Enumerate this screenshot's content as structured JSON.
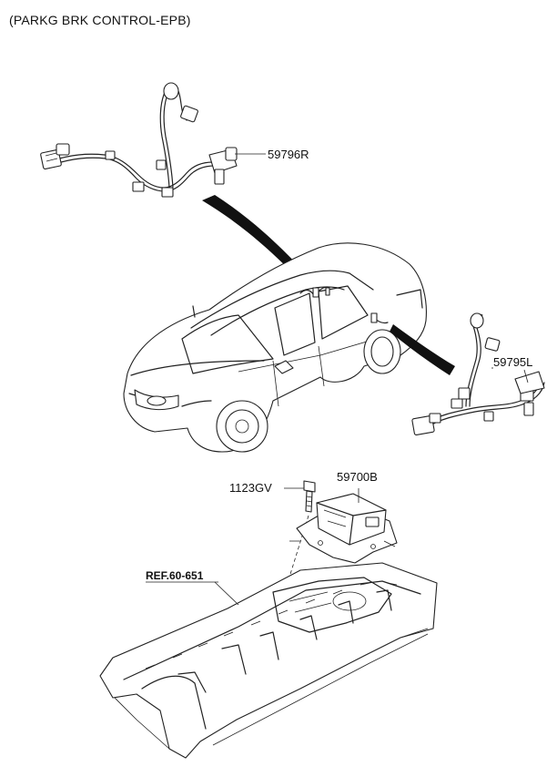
{
  "diagram_title": "(PARKG BRK CONTROL-EPB)",
  "callouts": {
    "harness_right": "59796R",
    "harness_left": "59795L",
    "bolt": "1123GV",
    "epb_module": "59700B",
    "floor_reference": "REF.60-651"
  }
}
